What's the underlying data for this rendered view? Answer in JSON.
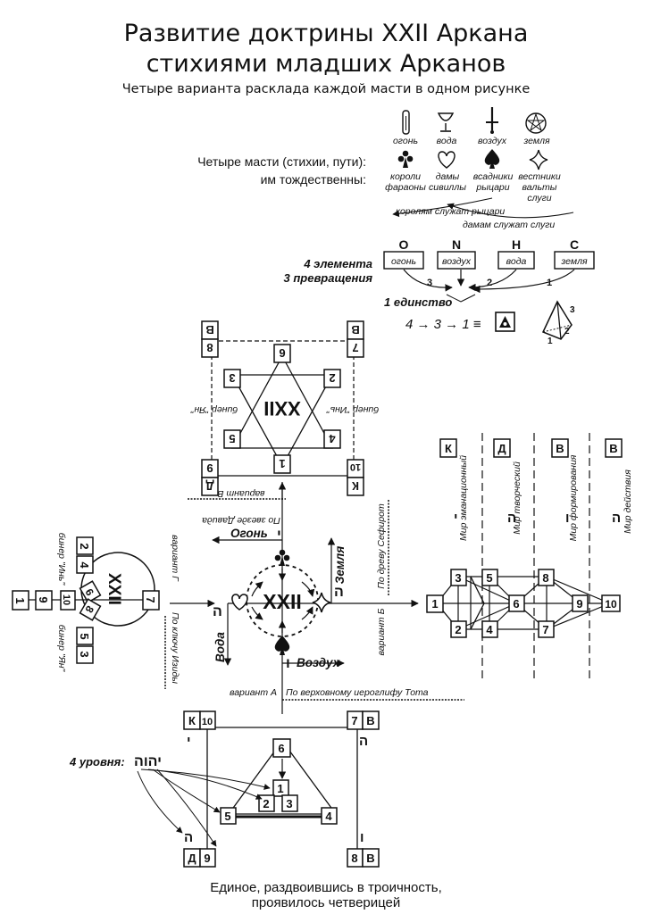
{
  "title_line1": "Развитие доктрины XXII Аркана",
  "title_line2": "стихиями младших Арканов",
  "subtitle": "Четыре варианта расклада каждой масти в одном рисунке",
  "suits": {
    "label_line1": "Четыре масти (стихии, пути):",
    "label_line2": "им тождественны:",
    "icons": [
      {
        "icon": "wand-icon",
        "name": "огонь"
      },
      {
        "icon": "cup-icon",
        "name": "вода"
      },
      {
        "icon": "sword-icon",
        "name": "воздух"
      },
      {
        "icon": "pentacle-icon",
        "name": "земля"
      }
    ],
    "figures": [
      {
        "icon": "club-icon",
        "line1": "короли",
        "line2": "фараоны",
        "line3": ""
      },
      {
        "icon": "heart-icon",
        "line1": "дамы",
        "line2": "сивиллы",
        "line3": ""
      },
      {
        "icon": "spade-icon",
        "line1": "всадники",
        "line2": "рыцари",
        "line3": ""
      },
      {
        "icon": "diamond-icon",
        "line1": "вестники",
        "line2": "вальты",
        "line3": "слуги"
      }
    ],
    "serve1": "королям служат рыцари",
    "serve2": "дамам служат слуги"
  },
  "elements": {
    "label1": "4 элемента",
    "label2": "3 превращения",
    "unity": "1 единство",
    "formula": "4 → 3 → 1 ≡",
    "boxes": [
      {
        "letter": "О",
        "name": "огонь"
      },
      {
        "letter": "N",
        "name": "воздух"
      },
      {
        "letter": "Н",
        "name": "вода"
      },
      {
        "letter": "С",
        "name": "земля"
      }
    ],
    "arrow_numbers": [
      "3",
      "2",
      "1"
    ],
    "pyramid_numbers": [
      "1",
      "2",
      "3"
    ]
  },
  "center": {
    "label": "XXII",
    "fire": "Огонь",
    "earth": "Земля",
    "water": "Вода",
    "air": "Воздух"
  },
  "top_variant": {
    "center_label": "XXII",
    "numbers": [
      "1",
      "2",
      "3",
      "4",
      "5",
      "6"
    ],
    "corners": [
      {
        "letter": "В",
        "num": "8"
      },
      {
        "letter": "В",
        "num": "7"
      },
      {
        "letter": "Д",
        "num": "9"
      },
      {
        "letter": "К",
        "num": "10"
      }
    ],
    "binary_left": "бинер \"Ян\"",
    "binary_right": "бинер \"Инь\"",
    "variant": "вариант В",
    "method": "По звезде Давида"
  },
  "left_variant": {
    "center_label": "XXII",
    "nums": [
      "1",
      "2",
      "3",
      "4",
      "5",
      "6",
      "7",
      "8",
      "9",
      "10"
    ],
    "binary_top": "бинер \"Инь\"",
    "binary_bottom": "бинер \"Ян\"",
    "variant": "вариант Г",
    "method": "По ключу Изиды"
  },
  "right_variant": {
    "worlds": [
      {
        "letter": "К",
        "name": "Мир эманационный"
      },
      {
        "letter": "Д",
        "name": "Мир творческий"
      },
      {
        "letter": "В",
        "name": "Мир формирования"
      },
      {
        "letter": "В",
        "name": "Мир действия"
      }
    ],
    "nums": [
      "1",
      "2",
      "3",
      "4",
      "5",
      "6",
      "7",
      "8",
      "9",
      "10"
    ],
    "method": "По древу Сефирот",
    "variant": "вариант Б"
  },
  "bottom_variant": {
    "variant": "вариант А",
    "method": "По верховному иероглифу Тота",
    "levels": "4 уровня:",
    "levels_glyphs": "יהוה",
    "nums": [
      "1",
      "2",
      "3",
      "4",
      "5",
      "6"
    ],
    "corners": [
      {
        "letter": "К",
        "num": "10"
      },
      {
        "letter": "В",
        "num": "7"
      },
      {
        "letter": "Д",
        "num": "9"
      },
      {
        "letter": "В",
        "num": "8"
      }
    ]
  },
  "caption_line1": "Единое, раздвоившись в троичность,",
  "caption_line2": "проявилось четверицей"
}
